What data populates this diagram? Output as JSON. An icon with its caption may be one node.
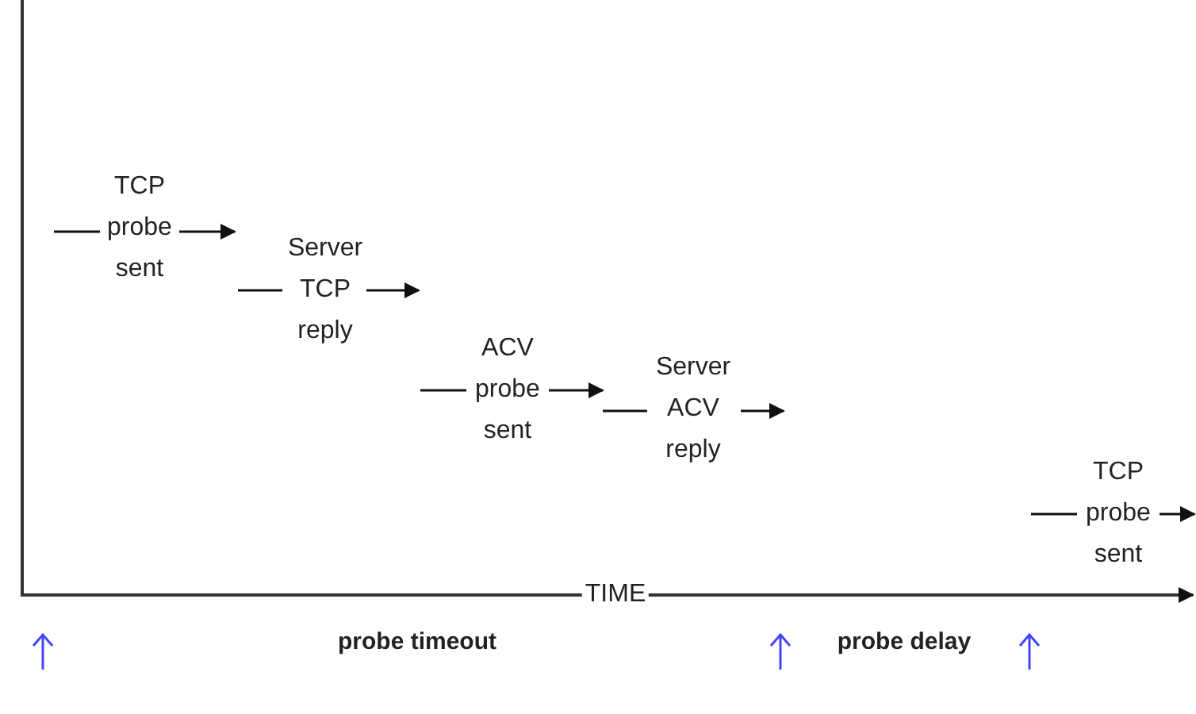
{
  "diagram": {
    "nodes": [
      {
        "text": [
          "TCP probe sent"
        ]
      },
      {
        "text": [
          "Server TCP reply"
        ]
      },
      {
        "text": [
          "ACV probe sent"
        ]
      },
      {
        "text": [
          "Server ACV reply"
        ]
      },
      {
        "text": [
          "TCP probe sent"
        ]
      }
    ],
    "labels": [
      "TIME",
      "probe timeout",
      "probe delay"
    ]
  }
}
